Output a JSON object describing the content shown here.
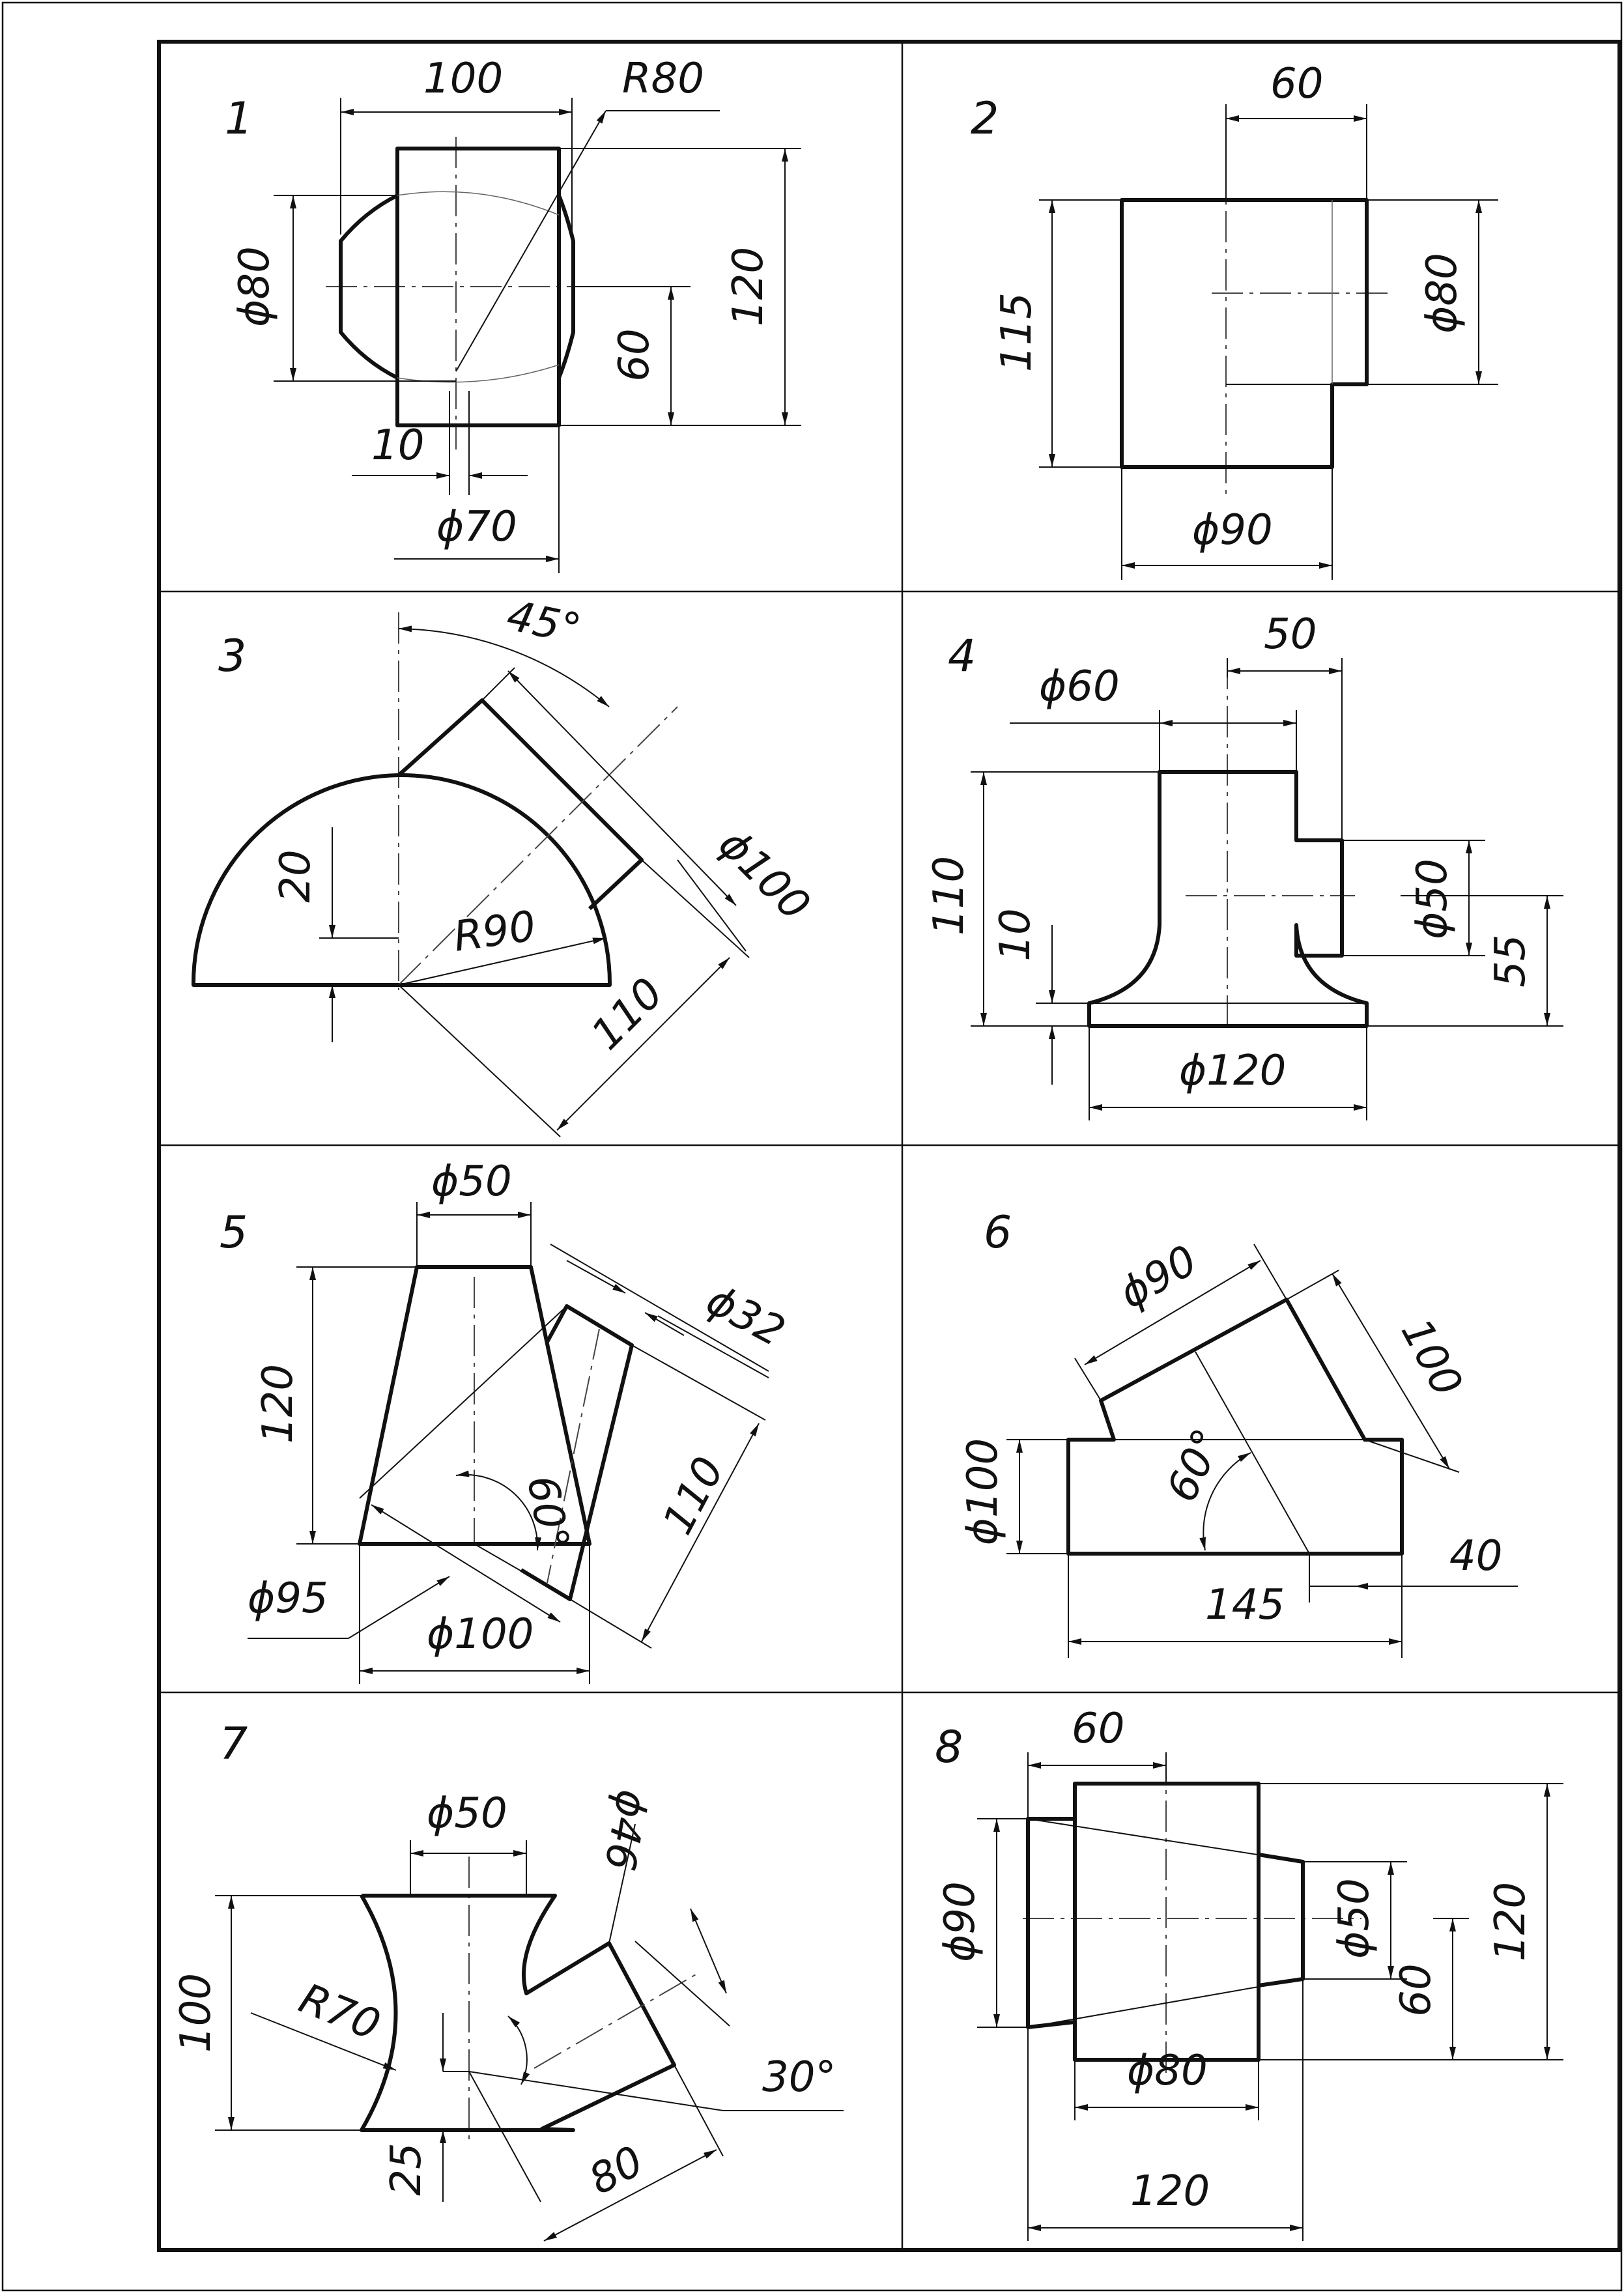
{
  "panels": [
    {
      "id": "1",
      "dims": {
        "d100": "100",
        "r80": "R80",
        "phi80": "ϕ80",
        "d120": "120",
        "d60": "60",
        "d10": "10",
        "phi70": "ϕ70"
      }
    },
    {
      "id": "2",
      "dims": {
        "d60": "60",
        "d115": "115",
        "phi80": "ϕ80",
        "phi90": "ϕ90"
      }
    },
    {
      "id": "3",
      "dims": {
        "a45": "45°",
        "d20": "20",
        "r90": "R90",
        "phi100": "ϕ100",
        "d110": "110"
      }
    },
    {
      "id": "4",
      "dims": {
        "phi60": "ϕ60",
        "d50": "50",
        "d110": "110",
        "d10": "10",
        "phi50": "ϕ50",
        "d55": "55",
        "phi120": "ϕ120"
      }
    },
    {
      "id": "5",
      "dims": {
        "phi50": "ϕ50",
        "phi32": "ϕ32",
        "d120": "120",
        "a60": "60°",
        "d110": "110",
        "phi95": "ϕ95",
        "phi100": "ϕ100"
      }
    },
    {
      "id": "6",
      "dims": {
        "phi90": "ϕ90",
        "d100": "100",
        "phi100": "ϕ100",
        "a60": "60°",
        "d40": "40",
        "d145": "145"
      }
    },
    {
      "id": "7",
      "dims": {
        "phi50": "ϕ50",
        "phi46": "ϕ46",
        "d100": "100",
        "r70": "R70",
        "a30": "30°",
        "d25": "25",
        "d80": "80"
      }
    },
    {
      "id": "8",
      "dims": {
        "d60": "60",
        "phi90": "ϕ90",
        "phi50": "ϕ50",
        "d60b": "60",
        "d120": "120",
        "phi80": "ϕ80",
        "d120b": "120"
      }
    }
  ]
}
